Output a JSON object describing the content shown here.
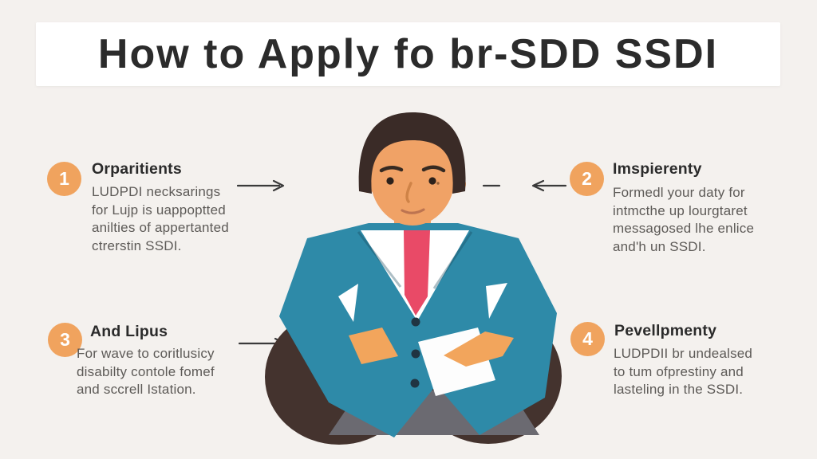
{
  "title": "How to Apply fo br-SDD SSDI",
  "steps": [
    {
      "number": "1",
      "heading": "Orparitients",
      "lines": [
        "LUDPDI necksarings",
        "for Lujp is uappoptted",
        "anilties of appertanted",
        "ctrerstin SSDI."
      ]
    },
    {
      "number": "2",
      "heading": "Imspierenty",
      "lines": [
        "Formedl your daty for",
        "intmcthe up lourgtaret",
        "messagosed lhe enlice",
        "and'h un SSDI."
      ]
    },
    {
      "number": "3",
      "heading": "And Lipus",
      "lines": [
        "For wave to coritlusicy",
        "disabilty contole fomef",
        "and sccrell Istation."
      ]
    },
    {
      "number": "4",
      "heading": "Pevellpmenty",
      "lines": [
        "LUDPDII br undealsed",
        "to tum ofprestiny and",
        "lasteling in the SSDI."
      ]
    }
  ],
  "colors": {
    "page_bg": "#f4f1ee",
    "title_bg": "#ffffff",
    "title_text": "#2b2b2b",
    "heading_text": "#2b2b2b",
    "body_text": "#5d5a57",
    "badge_orange": "#f0a35e",
    "badge_number": "#ffffff",
    "arrow": "#3a3a3a",
    "suit_teal": "#2e8aa8",
    "tie_red": "#e94a67",
    "skin": "#f0a266",
    "hand": "#f2a55c",
    "hair": "#3a2b27",
    "seat_dark": "#44332e",
    "pants_gray": "#6b6a71",
    "shirt_white": "#ffffff",
    "paper_white": "#fdfdfd",
    "button_dark": "#203442"
  }
}
